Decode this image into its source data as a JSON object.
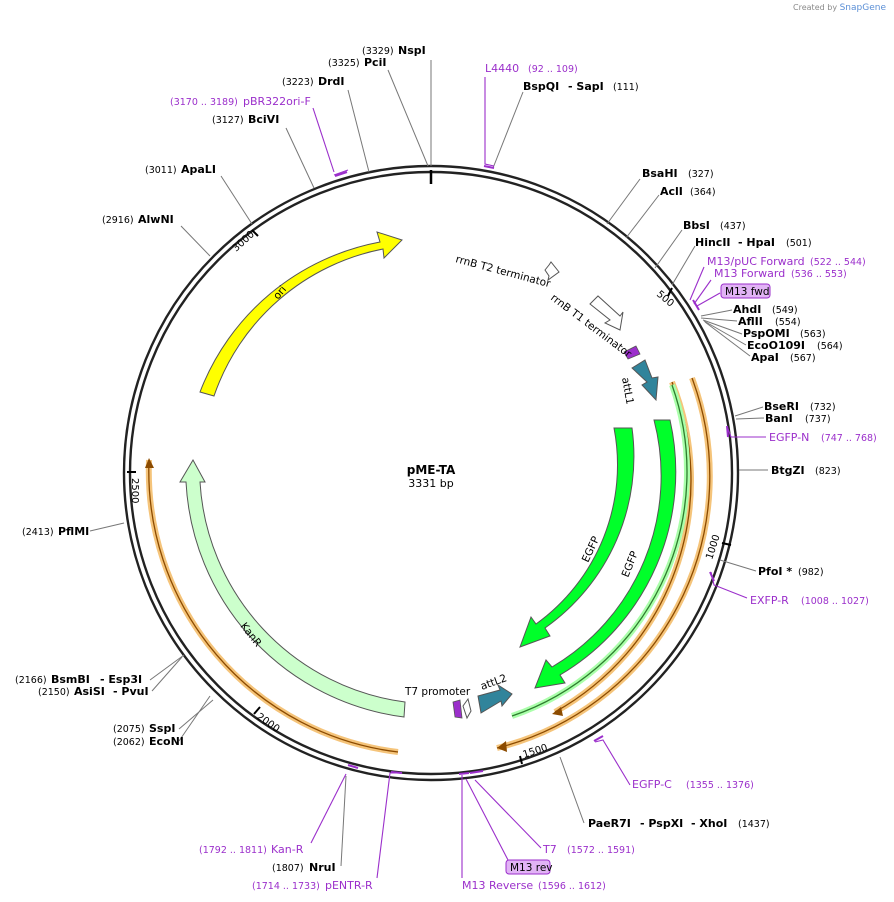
{
  "credit": {
    "prefix": "Created by",
    "brand": "SnapGene"
  },
  "plasmid": {
    "name": "pME-TA",
    "size_label": "3331 bp",
    "length": 3331
  },
  "ticks": [
    "500",
    "1000",
    "1500",
    "2000",
    "2500",
    "3000"
  ],
  "enzymes": [
    {
      "name": "NspI",
      "pos": "(3329)"
    },
    {
      "name": "PciI",
      "pos": "(3325)"
    },
    {
      "name": "DrdI",
      "pos": "(3223)"
    },
    {
      "name": "BciVI",
      "pos": "(3127)"
    },
    {
      "name": "ApaLI",
      "pos": "(3011)"
    },
    {
      "name": "AlwNI",
      "pos": "(2916)"
    },
    {
      "name": "BspQI",
      "name2": "SapI",
      "pos": "(111)"
    },
    {
      "name": "BsaHI",
      "pos": "(327)"
    },
    {
      "name": "AclI",
      "pos": "(364)"
    },
    {
      "name": "BbsI",
      "pos": "(437)"
    },
    {
      "name": "HincII",
      "name2": "HpaI",
      "pos": "(501)"
    },
    {
      "name": "AhdI",
      "pos": "(549)"
    },
    {
      "name": "AflII",
      "pos": "(554)"
    },
    {
      "name": "PspOMI",
      "pos": "(563)"
    },
    {
      "name": "EcoO109I",
      "pos": "(564)"
    },
    {
      "name": "ApaI",
      "pos": "(567)"
    },
    {
      "name": "BseRI",
      "pos": "(732)"
    },
    {
      "name": "BanI",
      "pos": "(737)"
    },
    {
      "name": "BtgZI",
      "pos": "(823)"
    },
    {
      "name": "PfoI *",
      "pos": "(982)"
    },
    {
      "name": "PaeR7I",
      "name2": "PspXI",
      "name3": "XhoI",
      "pos": "(1437)"
    },
    {
      "name": "NruI",
      "pos": "(1807)"
    },
    {
      "name": "SspI",
      "pos": "(2075)"
    },
    {
      "name": "EcoNI",
      "pos": "(2062)"
    },
    {
      "name": "BsmBI",
      "name2": "Esp3I",
      "pos": "(2166)"
    },
    {
      "name": "AsiSI",
      "name2": "PvuI",
      "pos": "(2150)"
    },
    {
      "name": "PflMI",
      "pos": "(2413)"
    }
  ],
  "primers": [
    {
      "name": "L4440",
      "range": "(92 .. 109)"
    },
    {
      "name": "pBR322ori-F",
      "range": "(3170 .. 3189)"
    },
    {
      "name": "M13/pUC Forward",
      "range": "(522 .. 544)"
    },
    {
      "name": "M13 Forward",
      "range": "(536 .. 553)"
    },
    {
      "name": "M13 fwd"
    },
    {
      "name": "EGFP-N",
      "range": "(747 .. 768)"
    },
    {
      "name": "EXFP-R",
      "range": "(1008 .. 1027)"
    },
    {
      "name": "EGFP-C",
      "range": "(1355 .. 1376)"
    },
    {
      "name": "T7",
      "range": "(1572 .. 1591)"
    },
    {
      "name": "M13 rev"
    },
    {
      "name": "M13 Reverse",
      "range": "(1596 .. 1612)"
    },
    {
      "name": "Kan-R",
      "range": "(1792 .. 1811)"
    },
    {
      "name": "pENTR-R",
      "range": "(1714 .. 1733)"
    }
  ],
  "features": [
    {
      "name": "ori",
      "color": "#ffff00"
    },
    {
      "name": "KanR",
      "color": "#ccffcc"
    },
    {
      "name": "EGFP",
      "color": "#00ff2a"
    },
    {
      "name": "EGFP",
      "color": "#00ff2a"
    },
    {
      "name": "attL1",
      "color": "#31849b"
    },
    {
      "name": "attL2",
      "color": "#31849b"
    },
    {
      "name": "rrnB T1 terminator",
      "color": "#ffffff"
    },
    {
      "name": "rrnB T2 terminator",
      "color": "#ffffff"
    },
    {
      "name": "T7 promoter",
      "color": "#ffffff"
    }
  ],
  "colors": {
    "primer": "#9b2fcb",
    "backbone": "#222222",
    "orf": "#f5c47a",
    "orf_line": "#8c4b00"
  }
}
